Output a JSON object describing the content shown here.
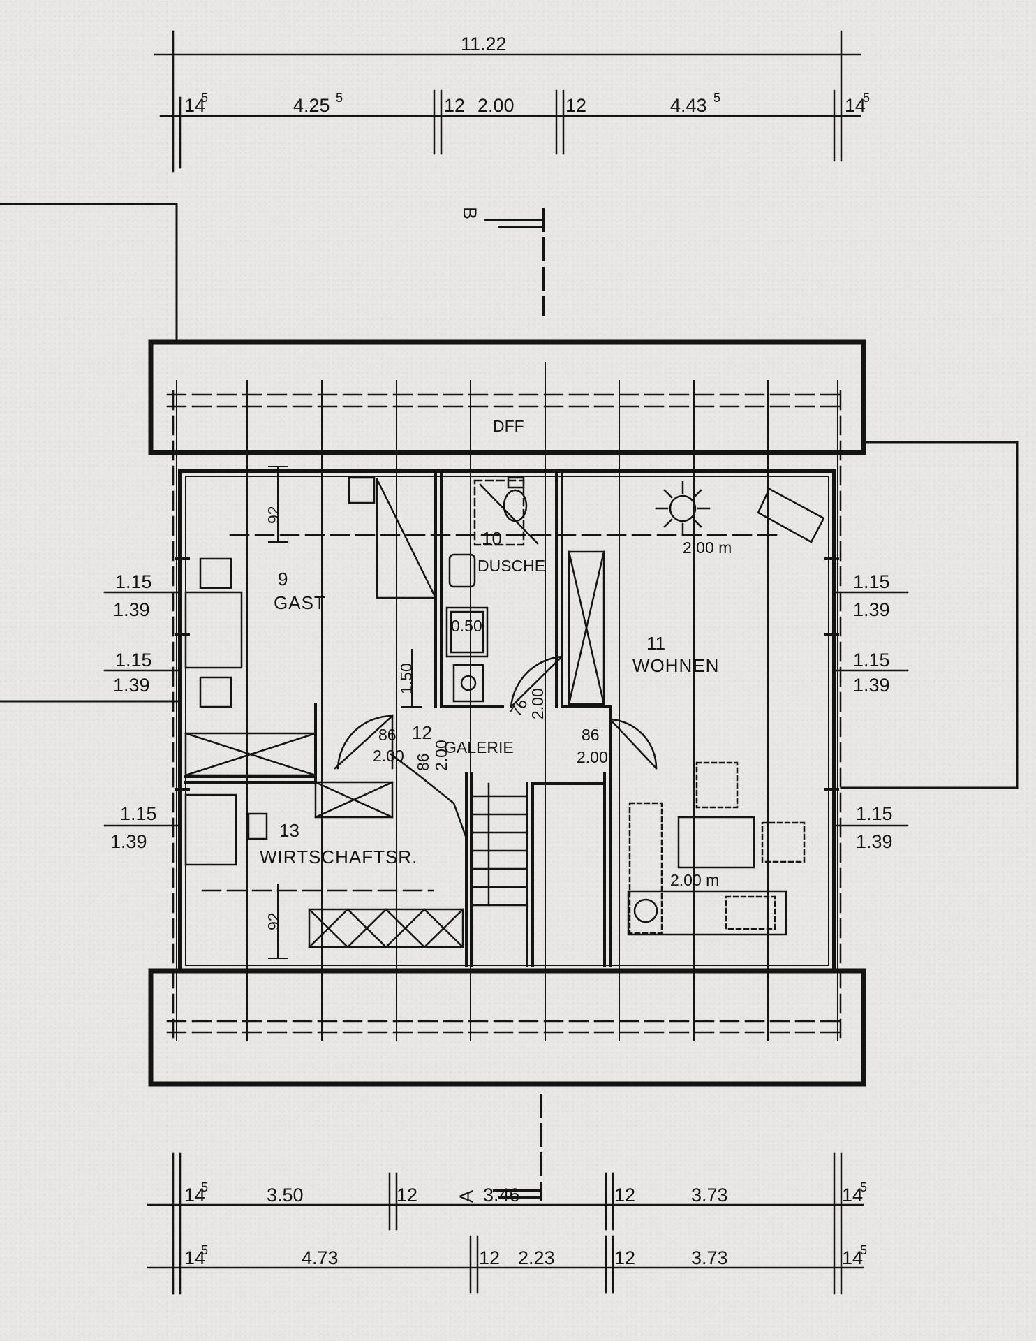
{
  "dimensions": {
    "top_total": "11.22",
    "top_segments": [
      "14",
      "4.25",
      "12",
      "2.00",
      "12",
      "4.43",
      "14"
    ],
    "top_superscripts": [
      "5",
      "5",
      "5",
      "5"
    ],
    "bottom_row1": [
      "14",
      "3.50",
      "12",
      "3.46",
      "12",
      "3.73",
      "14"
    ],
    "bottom_row1_superscripts": [
      "5",
      "5"
    ],
    "bottom_row2": [
      "14",
      "4.73",
      "12",
      "2.23",
      "12",
      "3.73",
      "14"
    ],
    "bottom_row2_superscripts": [
      "5",
      "5"
    ]
  },
  "sections": {
    "top_mark": "B",
    "bottom_mark": "A"
  },
  "rooms": {
    "gast": {
      "number": "9",
      "name": "GAST"
    },
    "dusche": {
      "number": "10",
      "name": "DUSCHE"
    },
    "wohnen": {
      "number": "11",
      "name": "WOHNEN"
    },
    "galerie": {
      "number": "12",
      "name": "GALERIE"
    },
    "wirtschaftsraum": {
      "number": "13",
      "name": "WIRTSCHAFTSR."
    }
  },
  "annotations": {
    "dff": "DFF",
    "height_200_top": "2.00 m",
    "height_200_bottom": "2.00 m",
    "side_top_left": "1.15",
    "side_bottom_left": "1.39",
    "side_top_right": "1.15",
    "side_bottom_right": "1.39",
    "sill_92_top": "92",
    "sill_92_bottom": "92",
    "wash_050": "0.50",
    "stair_150": "1.50",
    "door_left_top": "86",
    "door_left_bottom": "2.00",
    "door_mid_top": "86",
    "door_mid_bottom": "2.00",
    "door_right_top": "86",
    "door_right_bottom": "2.00",
    "door_bath_top": "76",
    "door_bath_bottom": "2.00"
  }
}
